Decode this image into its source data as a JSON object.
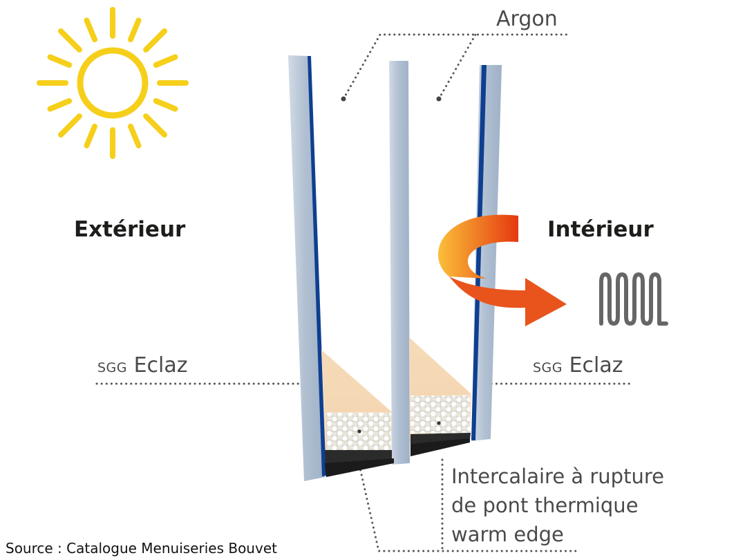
{
  "labels": {
    "exterior": "Extérieur",
    "interior": "Intérieur",
    "gas": "Argon",
    "glass_left": {
      "prefix": "SGG",
      "name": "Eclaz"
    },
    "glass_right": {
      "prefix": "SGG",
      "name": "Eclaz"
    },
    "spacer": [
      "Intercalaire à rupture",
      "de pont thermique",
      "warm edge"
    ],
    "source": "Source : Catalogue Menuiseries Bouvet"
  },
  "icons": {
    "sun": "sun-icon",
    "radiator": "radiator-icon",
    "heat_arrow": "heat-reflection-arrow-icon"
  },
  "colors": {
    "sun": "#f6cf1b",
    "glass": "#b4c3d4",
    "coating": "#0d3f8f",
    "arrow_start": "#f9b233",
    "arrow_end": "#e63a12",
    "radiator": "#666666",
    "desiccant_fill": "#f3dcc0",
    "text": "#4a4a4a"
  }
}
